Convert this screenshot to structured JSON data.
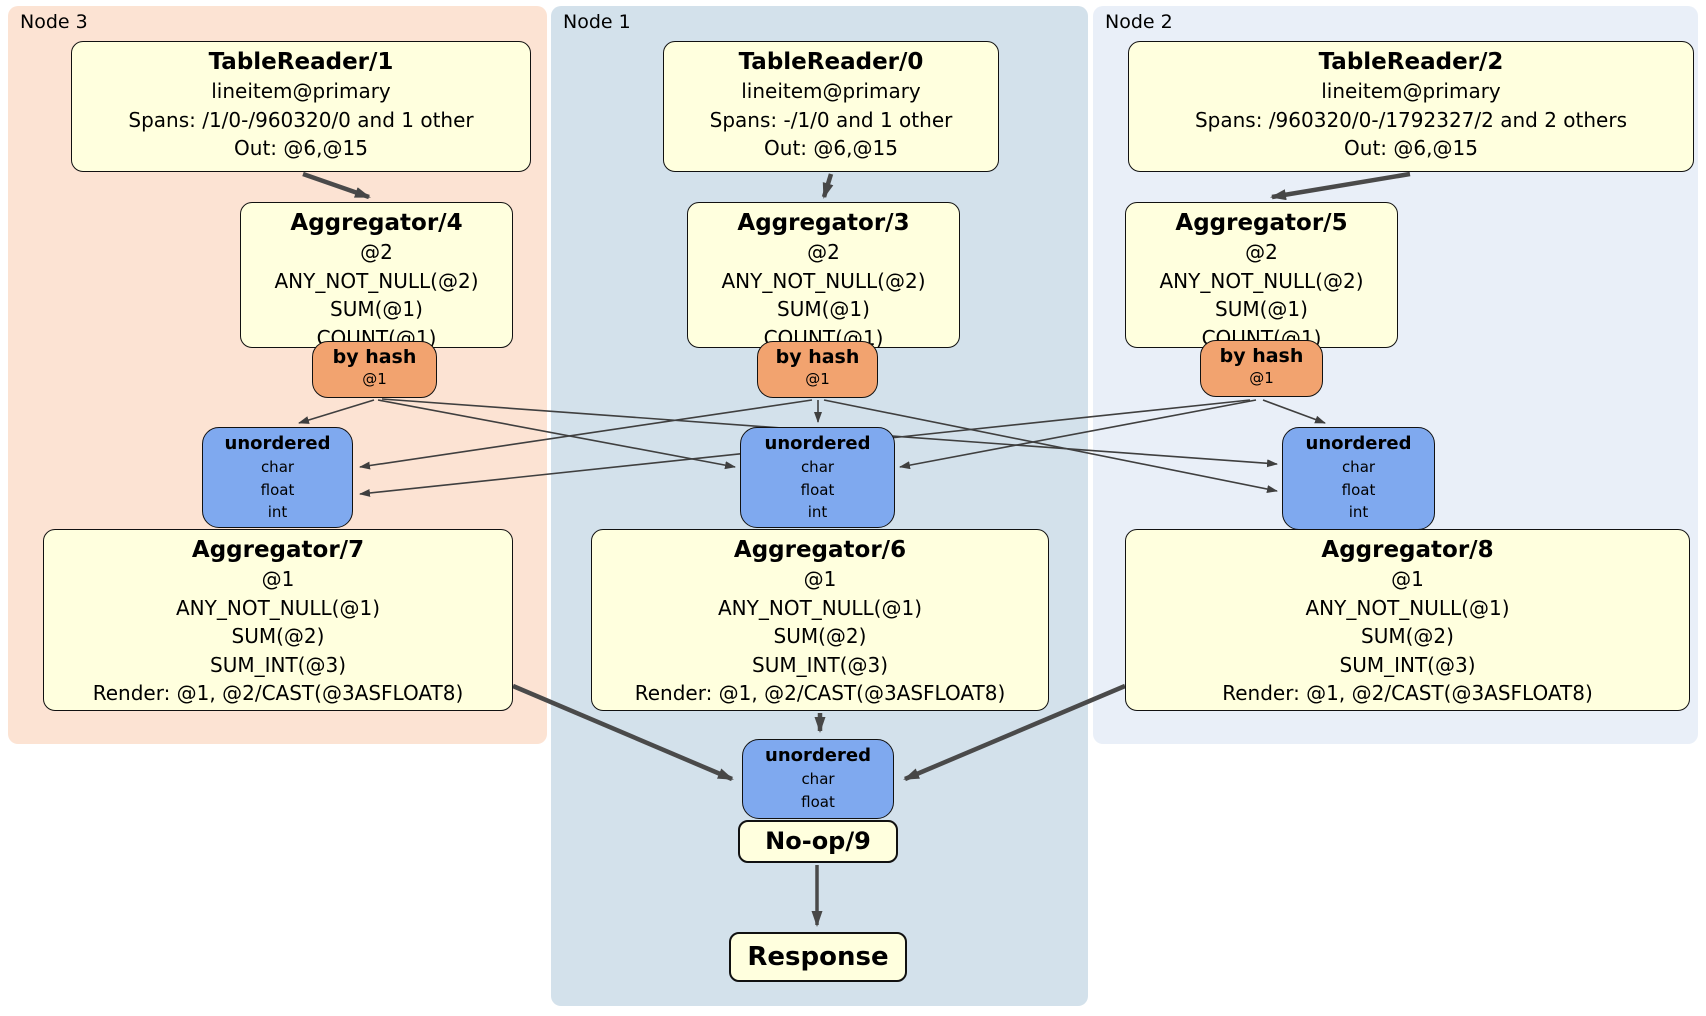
{
  "colors": {
    "box-yellow": "#FFFFDE",
    "router-orange": "#F2A36F",
    "sync-blue": "#7FA9EF",
    "panel-node3": "#FCE3D3",
    "panel-node1": "#D3E1EB",
    "panel-node2": "#E9EFF8",
    "edge": "#474747"
  },
  "n3": {
    "label": "Node 3",
    "tr": {
      "title": "TableReader/1",
      "lines": [
        "lineitem@primary",
        "Spans: /1/0-/960320/0 and 1 other",
        "Out: @6,@15"
      ]
    },
    "agg1": {
      "title": "Aggregator/4",
      "lines": [
        "@2",
        "ANY_NOT_NULL(@2)",
        "SUM(@1)",
        "COUNT(@1)"
      ]
    },
    "hash": {
      "title": "by hash",
      "lines": [
        "@1"
      ]
    },
    "sync": {
      "title": "unordered",
      "lines": [
        "char",
        "float",
        "int"
      ]
    },
    "agg2": {
      "title": "Aggregator/7",
      "lines": [
        "@1",
        "ANY_NOT_NULL(@1)",
        "SUM(@2)",
        "SUM_INT(@3)",
        "Render: @1, @2/CAST(@3ASFLOAT8)"
      ]
    }
  },
  "n1": {
    "label": "Node 1",
    "tr": {
      "title": "TableReader/0",
      "lines": [
        "lineitem@primary",
        "Spans: -/1/0 and 1 other",
        "Out: @6,@15"
      ]
    },
    "agg1": {
      "title": "Aggregator/3",
      "lines": [
        "@2",
        "ANY_NOT_NULL(@2)",
        "SUM(@1)",
        "COUNT(@1)"
      ]
    },
    "hash": {
      "title": "by hash",
      "lines": [
        "@1"
      ]
    },
    "sync": {
      "title": "unordered",
      "lines": [
        "char",
        "float",
        "int"
      ]
    },
    "agg2": {
      "title": "Aggregator/6",
      "lines": [
        "@1",
        "ANY_NOT_NULL(@1)",
        "SUM(@2)",
        "SUM_INT(@3)",
        "Render: @1, @2/CAST(@3ASFLOAT8)"
      ]
    },
    "final_sync": {
      "title": "unordered",
      "lines": [
        "char",
        "float"
      ]
    },
    "noop": {
      "title": "No-op/9"
    },
    "response": {
      "title": "Response"
    }
  },
  "n2": {
    "label": "Node 2",
    "tr": {
      "title": "TableReader/2",
      "lines": [
        "lineitem@primary",
        "Spans: /960320/0-/1792327/2 and 2 others",
        "Out: @6,@15"
      ]
    },
    "agg1": {
      "title": "Aggregator/5",
      "lines": [
        "@2",
        "ANY_NOT_NULL(@2)",
        "SUM(@1)",
        "COUNT(@1)"
      ]
    },
    "hash": {
      "title": "by hash",
      "lines": [
        "@1"
      ]
    },
    "sync": {
      "title": "unordered",
      "lines": [
        "char",
        "float",
        "int"
      ]
    },
    "agg2": {
      "title": "Aggregator/8",
      "lines": [
        "@1",
        "ANY_NOT_NULL(@1)",
        "SUM(@2)",
        "SUM_INT(@3)",
        "Render: @1, @2/CAST(@3ASFLOAT8)"
      ]
    }
  }
}
